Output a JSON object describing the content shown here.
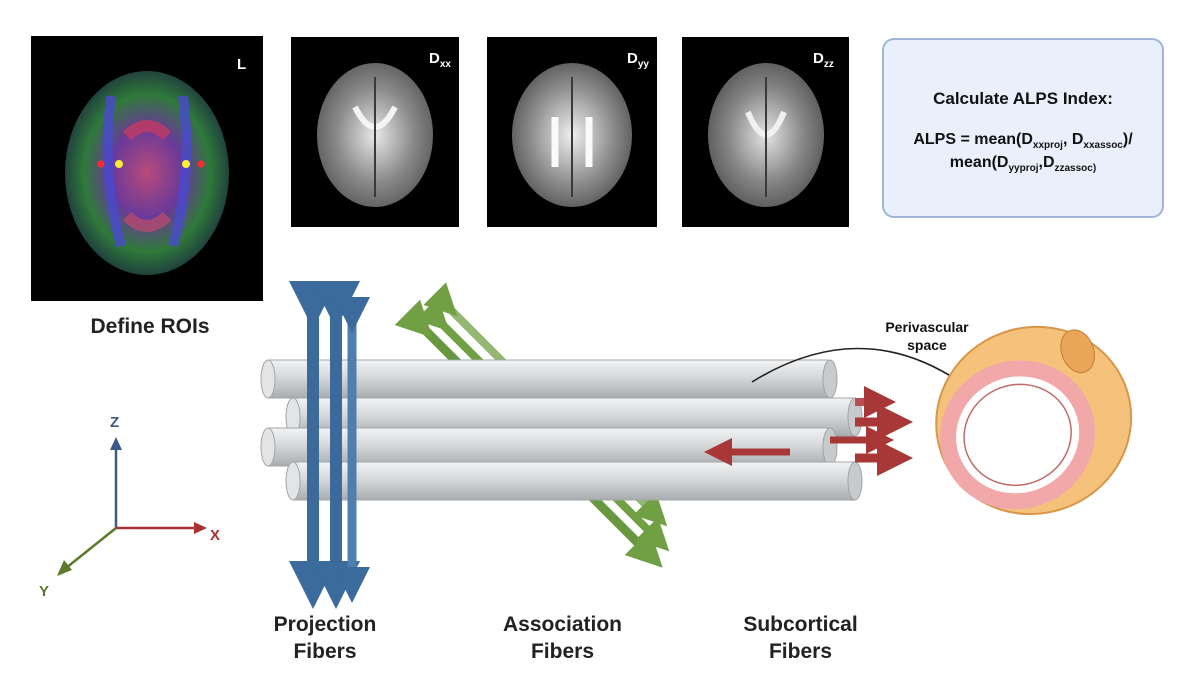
{
  "panels": {
    "fa_label": "L",
    "dxx_main": "D",
    "dxx_sub": "xx",
    "dyy_main": "D",
    "dyy_sub": "yy",
    "dzz_main": "D",
    "dzz_sub": "zz"
  },
  "formula": {
    "title": "Calculate ALPS Index:",
    "l1_a": "ALPS = mean(D",
    "l1_sub1": "xxproj",
    "l1_b": ", D",
    "l1_sub2": "xxassoc",
    "l1_c": ")/",
    "l2_a": "mean(D",
    "l2_sub1": "yyproj",
    "l2_b": ",D",
    "l2_sub2": "zzassoc)"
  },
  "captions": {
    "define_rois": "Define ROIs",
    "projection": "Projection Fibers",
    "association": "Association Fibers",
    "subcortical": "Subcortical Fibers",
    "perivascular": "Perivascular space"
  },
  "axes": {
    "z": "Z",
    "x": "X",
    "y": "Y"
  },
  "colors": {
    "projection": "#3b6a9c",
    "association": "#6a9a3a",
    "subcortical": "#a83838",
    "formula_bg": "#e9f0fb",
    "vessel_outer": "#f4c27a",
    "vessel_inner": "#f2a8a8"
  }
}
